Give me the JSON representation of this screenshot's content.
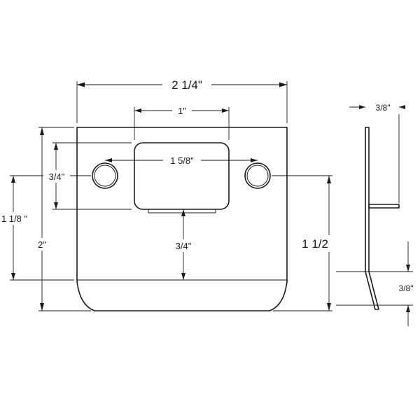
{
  "dimensions": {
    "overall_width": "2 1/4\"",
    "overall_height": "2\"",
    "opening_width": "1\"",
    "hole_spacing": "1 5/8\"",
    "opening_height": "3/4\"",
    "hole_to_bottom": "1 1/8 \"",
    "opening_to_edge": "3/4\"",
    "right_height": "1 1/2",
    "side_tab": "3/8\"",
    "side_lip": "3/8\""
  }
}
